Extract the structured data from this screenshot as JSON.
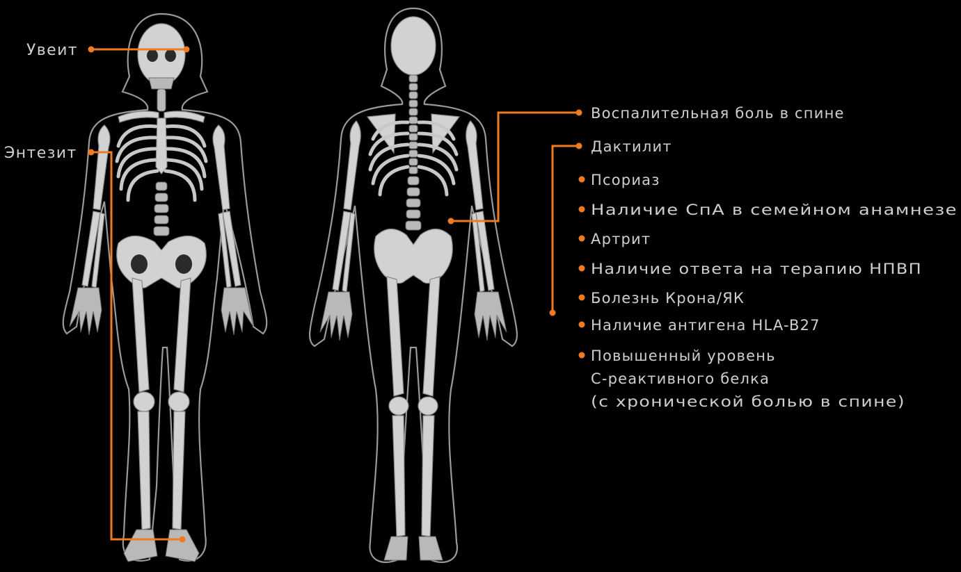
{
  "colors": {
    "background": "#000000",
    "accent": "#f07a22",
    "label_text": "#cfcfcf",
    "bone": "#d2d2d2"
  },
  "left_labels": {
    "uveitis": "Увеит",
    "enthesitis": "Энтезит"
  },
  "right_labels": {
    "items": [
      {
        "text": "Воспалительная боль в спине"
      },
      {
        "text": "Дактилит"
      },
      {
        "text": "Псориаз"
      },
      {
        "text": "Наличие СпА в семейном анамнезе"
      },
      {
        "text": "Артрит"
      },
      {
        "text": "Наличие ответа на терапию НПВП"
      },
      {
        "text": "Болезнь Крона/ЯК"
      },
      {
        "text": "Наличие антигена HLA-B27"
      },
      {
        "text": "Повышенный уровень"
      }
    ],
    "last_item_continuation": [
      "С-реактивного белка",
      "(с хронической болью в спине)"
    ]
  },
  "figures": {
    "front_skeleton_icon": "skeleton-front",
    "back_skeleton_icon": "skeleton-back"
  }
}
